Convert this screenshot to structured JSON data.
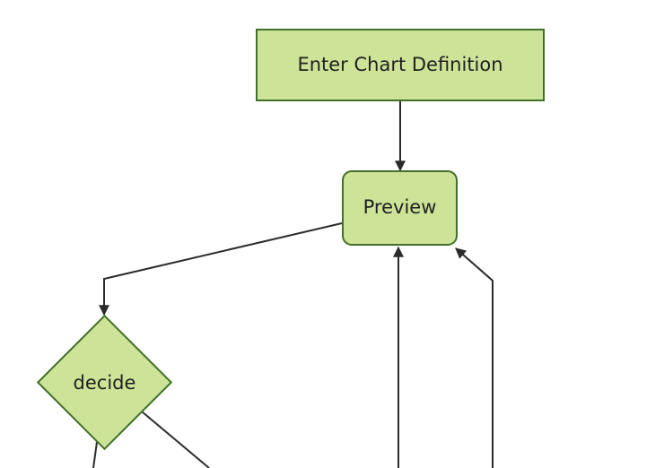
{
  "diagram": {
    "type": "flowchart",
    "direction": "top-down",
    "theme": {
      "background": "#ffffff",
      "node_fill": "#cde498",
      "node_border": "#41702a",
      "edge_color": "#2b2b2b",
      "text_color": "#1f1f1f"
    },
    "nodes": [
      {
        "id": "enter-chart-definition",
        "label": "Enter Chart Definition",
        "shape": "rectangle"
      },
      {
        "id": "preview",
        "label": "Preview",
        "shape": "rounded-rectangle"
      },
      {
        "id": "decide",
        "label": "decide",
        "shape": "diamond"
      }
    ],
    "edges": [
      {
        "from": "enter-chart-definition",
        "to": "preview",
        "arrowhead": true
      },
      {
        "from": "preview",
        "to": "decide",
        "arrowhead": true
      },
      {
        "from": "offscreen-bottom",
        "to": "preview",
        "arrowhead": true
      },
      {
        "from": "offscreen-bottom-right",
        "to": "preview",
        "arrowhead": true
      },
      {
        "from": "decide",
        "to": "offscreen-bottom-left",
        "arrowhead": false
      },
      {
        "from": "decide",
        "to": "offscreen-bottom-right",
        "arrowhead": false
      }
    ]
  }
}
